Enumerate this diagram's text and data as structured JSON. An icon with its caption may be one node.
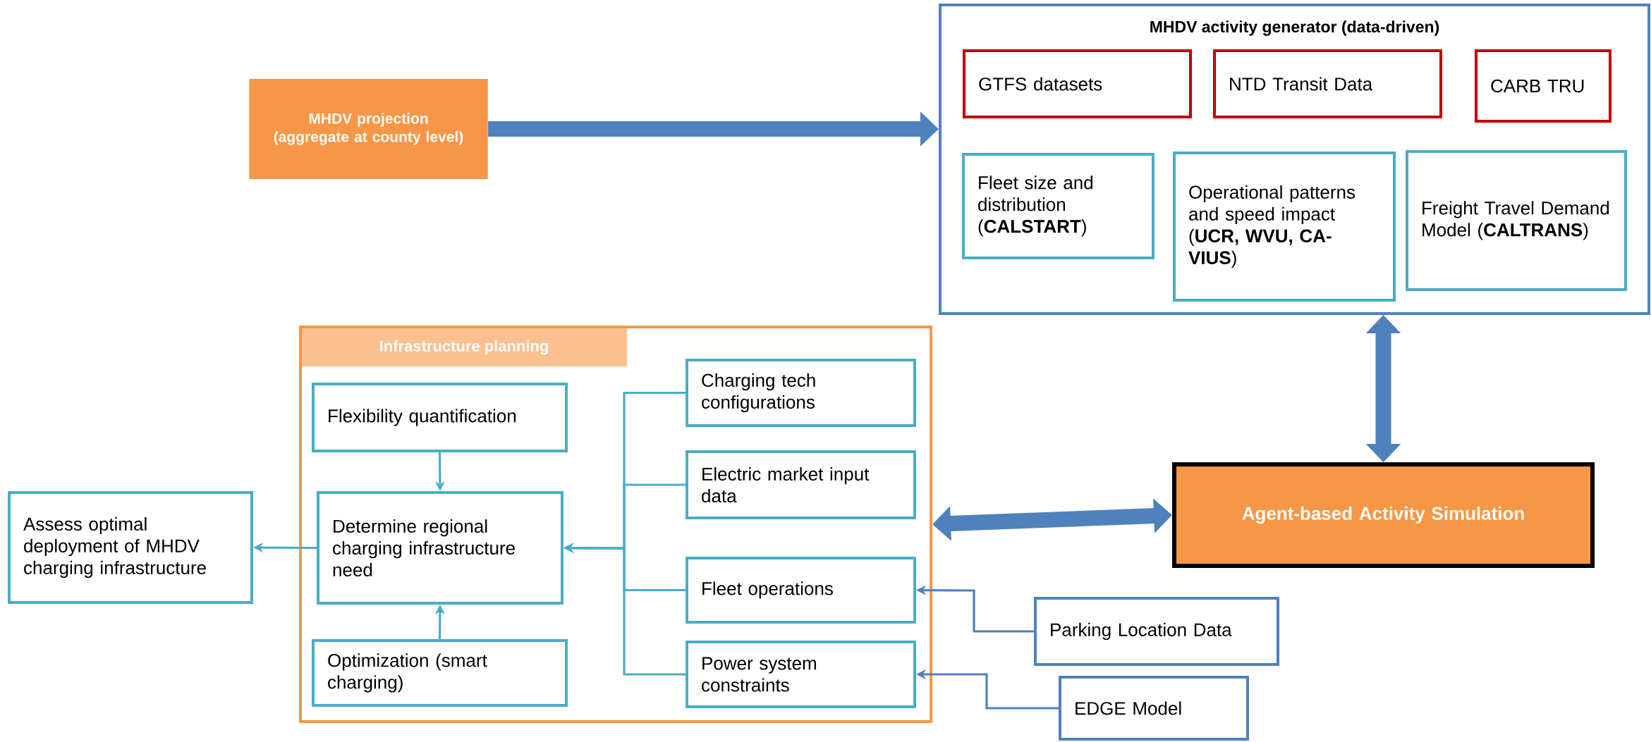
{
  "diagram": {
    "nodes": [
      {
        "text": [
          "MHDV projection (aggregate at county level)"
        ]
      },
      {
        "text": [
          "MHDV activity generator (data-driven)"
        ]
      },
      {
        "text": [
          "GTFS datasets"
        ],
        "in": 1
      },
      {
        "text": [
          "NTD Transit Data"
        ],
        "in": 1
      },
      {
        "text": [
          "CARB TRU"
        ],
        "in": 1
      },
      {
        "text": [
          "Fleet size and distribution (**CALSTART**)"
        ],
        "in": 1
      },
      {
        "text": [
          "Operational patterns and speed impact (**UCR, WVU, CA-VIUS**)"
        ],
        "in": 1
      },
      {
        "text": [
          "Freight Travel Demand Model (**CALTRANS**)"
        ],
        "in": 1
      },
      {
        "text": [
          "Infrastructure planning"
        ]
      },
      {
        "text": [
          "Flexibility quantification"
        ],
        "in": 8
      },
      {
        "text": [
          "Determine regional charging infrastructure need"
        ],
        "in": 8
      },
      {
        "text": [
          "Optimization (smart charging)"
        ],
        "in": 8
      },
      {
        "text": [
          "Assess optimal deployment of MHDV charging infrastructure"
        ]
      },
      {
        "text": [
          "Charging tech configurations"
        ],
        "in": 8
      },
      {
        "text": [
          "Electric market input data"
        ],
        "in": 8
      },
      {
        "text": [
          "Fleet operations"
        ],
        "in": 8
      },
      {
        "text": [
          "Power system constraints"
        ],
        "in": 8
      },
      {
        "text": [
          "Agent-based Activity Simulation"
        ]
      },
      {
        "text": [
          "Parking Location Data"
        ]
      },
      {
        "text": [
          "EDGE Model"
        ]
      }
    ],
    "edges": [
      {
        "from": 0,
        "to": 1,
        "arrow": "to",
        "style": "thick",
        "color": "#4f81bd"
      },
      {
        "from": 1,
        "to": 17,
        "arrow": "both",
        "style": "thick",
        "color": "#4f81bd"
      },
      {
        "from": 8,
        "to": 17,
        "arrow": "both",
        "style": "thick",
        "color": "#4f81bd"
      },
      {
        "from": 9,
        "to": 10,
        "arrow": "to"
      },
      {
        "from": 11,
        "to": 10,
        "arrow": "to"
      },
      {
        "from": 10,
        "to": 12,
        "arrow": "to"
      },
      {
        "from": 13,
        "to": 10,
        "arrow": "to"
      },
      {
        "from": 14,
        "to": 10,
        "arrow": "to"
      },
      {
        "from": 15,
        "to": 10,
        "arrow": "to"
      },
      {
        "from": 16,
        "to": 10,
        "arrow": "to"
      },
      {
        "from": 18,
        "to": 15,
        "arrow": "to",
        "color": "#4f81bd"
      },
      {
        "from": 19,
        "to": 16,
        "arrow": "to",
        "color": "#4f81bd"
      }
    ]
  }
}
